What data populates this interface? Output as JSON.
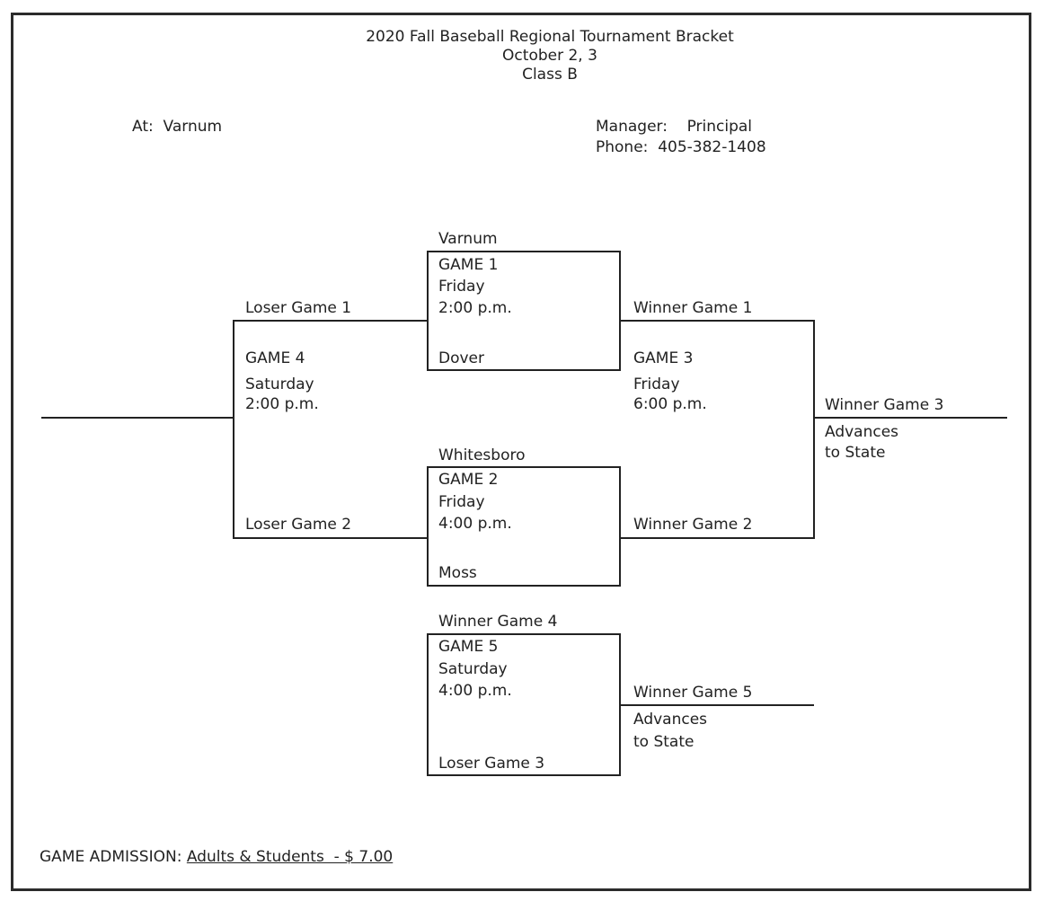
{
  "header": {
    "title": "2020 Fall Baseball Regional Tournament Bracket",
    "dates": "October 2, 3",
    "class": "Class B"
  },
  "info": {
    "at_label": "At:",
    "at_value": "Varnum",
    "manager_label": "Manager:",
    "manager_value": "Principal",
    "phone_label": "Phone:",
    "phone_value": "405-382-1408"
  },
  "games": [
    {
      "top_team": "Varnum",
      "name": "GAME 1",
      "day": "Friday",
      "time": "2:00 p.m.",
      "bottom_team": "Dover"
    },
    {
      "top_team": "Whitesboro",
      "name": "GAME 2",
      "day": "Friday",
      "time": "4:00 p.m.",
      "bottom_team": "Moss"
    },
    {
      "name": "GAME 3",
      "day": "Friday",
      "time": "6:00 p.m."
    },
    {
      "name": "GAME 4",
      "day": "Saturday",
      "time": "2:00 p.m."
    },
    {
      "top_team": "Winner Game 4",
      "name": "GAME 5",
      "day": "Saturday",
      "time": "4:00 p.m.",
      "bottom_team": "Loser Game 3"
    }
  ],
  "bracket_labels": {
    "loser_game_1": "Loser Game 1",
    "loser_game_2": "Loser Game 2",
    "winner_game_1": "Winner Game 1",
    "winner_game_2": "Winner Game 2",
    "winner_game_3": "Winner Game 3",
    "winner_game_5": "Winner Game 5",
    "advances_line1": "Advances",
    "advances_line2": "to State"
  },
  "footer": {
    "admission_label": "GAME ADMISSION:",
    "admission_value": "Adults & Students  - $ 7.00"
  }
}
